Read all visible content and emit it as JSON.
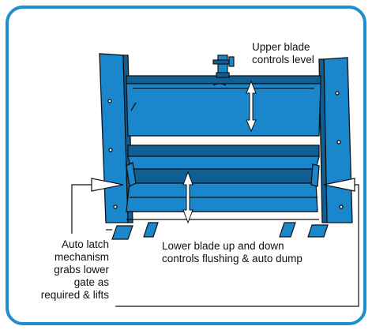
{
  "colors": {
    "frame": "#1b8fd0",
    "gate_blue": "#1a86cc",
    "gate_dark": "#0f5f94",
    "outline": "#111111",
    "arrow_fill": "#ffffff"
  },
  "labels": {
    "upper_blade": [
      "Upper blade",
      "controls level"
    ],
    "lower_blade": [
      "Lower blade up and down",
      "controls flushing & auto dump"
    ],
    "auto_latch": [
      "Auto latch",
      "mechanism",
      "grabs lower",
      "gate as",
      "required & lifts"
    ]
  },
  "icons": {
    "upper_arrow": "double-arrow-vertical-icon",
    "lower_arrow": "double-arrow-vertical-icon",
    "left_pointer": "triangle-pointer-icon",
    "right_pointer": "triangle-pointer-icon",
    "actuator": "actuator-icon"
  }
}
